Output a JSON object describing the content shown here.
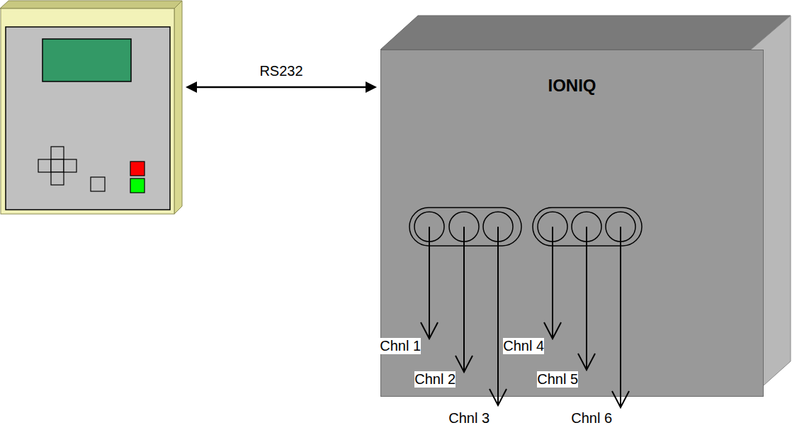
{
  "diagram": {
    "nodes": [
      {
        "text": [
          "IONIQ"
        ]
      }
    ],
    "labels": [
      "RS232",
      "Chnl 1",
      "Chnl 2",
      "Chnl 3",
      "Chnl 4",
      "Chnl 5",
      "Chnl 6"
    ]
  }
}
